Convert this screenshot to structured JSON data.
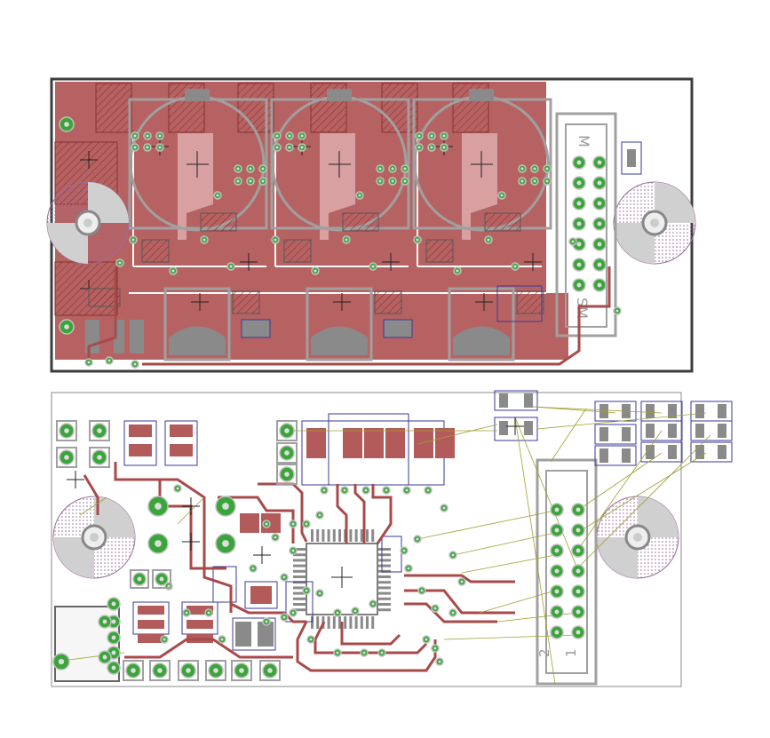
{
  "view": "pcb-layout",
  "colors": {
    "copper_top": "#b35a5a",
    "copper_fill": "#a84a4a",
    "pad_green": "#3aa53a",
    "silk": "#9a9a9a",
    "outline": "#3c3c3c",
    "airwire": "#a0a030",
    "tplace": "#3a3a9a"
  },
  "board_top": {
    "connector": {
      "label_top": "M",
      "label_bottom": "SM"
    }
  },
  "board_bottom": {
    "connector": {
      "pin2_label": "2",
      "pin1_label": "1"
    }
  }
}
